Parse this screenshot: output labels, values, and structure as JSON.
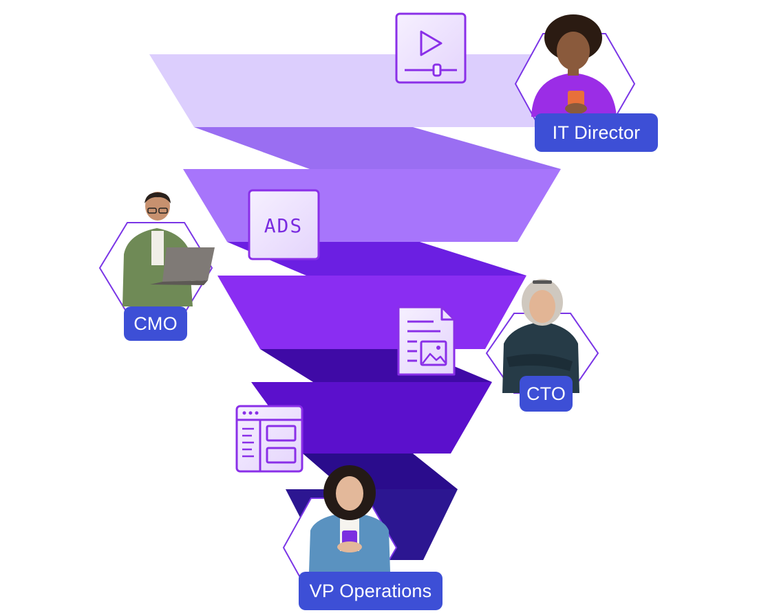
{
  "colors": {
    "tier_1": "#dccefd",
    "tier_1_side": "#9a6ef2",
    "tier_2": "#a775fb",
    "tier_2_side": "#6b1fe2",
    "tier_3": "#8a2df2",
    "tier_3_side": "#3f0aa6",
    "tier_4": "#5b10cc",
    "tier_4_side": "#2a0c8c",
    "tier_5": "#2c1691",
    "label_background": "#3d4fd6",
    "label_text": "#ffffff",
    "icon_stroke": "#8a2fe8",
    "icon_fill": "#efe6fd",
    "hexagon_stroke": "#7a35e6"
  },
  "icons": {
    "video": "video-player-icon",
    "ads": "ads-icon",
    "document": "document-image-icon",
    "webpage": "webpage-layout-icon"
  },
  "ads_icon_text": "ADS",
  "personas": [
    {
      "role": "IT Director"
    },
    {
      "role": "CMO"
    },
    {
      "role": "CTO"
    },
    {
      "role": "VP Operations"
    }
  ]
}
